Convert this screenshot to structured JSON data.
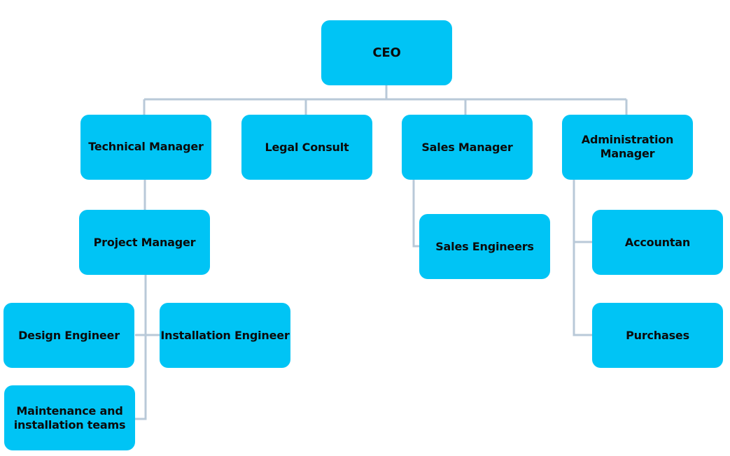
{
  "colors": {
    "node_fill": "#00c4f5",
    "connector": "#b9c9d8",
    "text": "#0b0b0b",
    "background": "#ffffff"
  },
  "nodes": {
    "ceo": "CEO",
    "technical_manager": "Technical Manager",
    "legal_consult": "Legal Consult",
    "sales_manager": "Sales Manager",
    "administration_manager": "Administration Manager",
    "project_manager": "Project Manager",
    "sales_engineers": "Sales Engineers",
    "accountan": "Accountan",
    "purchases": "Purchases",
    "design_engineer": "Design Engineer",
    "installation_engineer": "Installation Engineer",
    "maintenance_teams": "Maintenance and installation teams"
  }
}
